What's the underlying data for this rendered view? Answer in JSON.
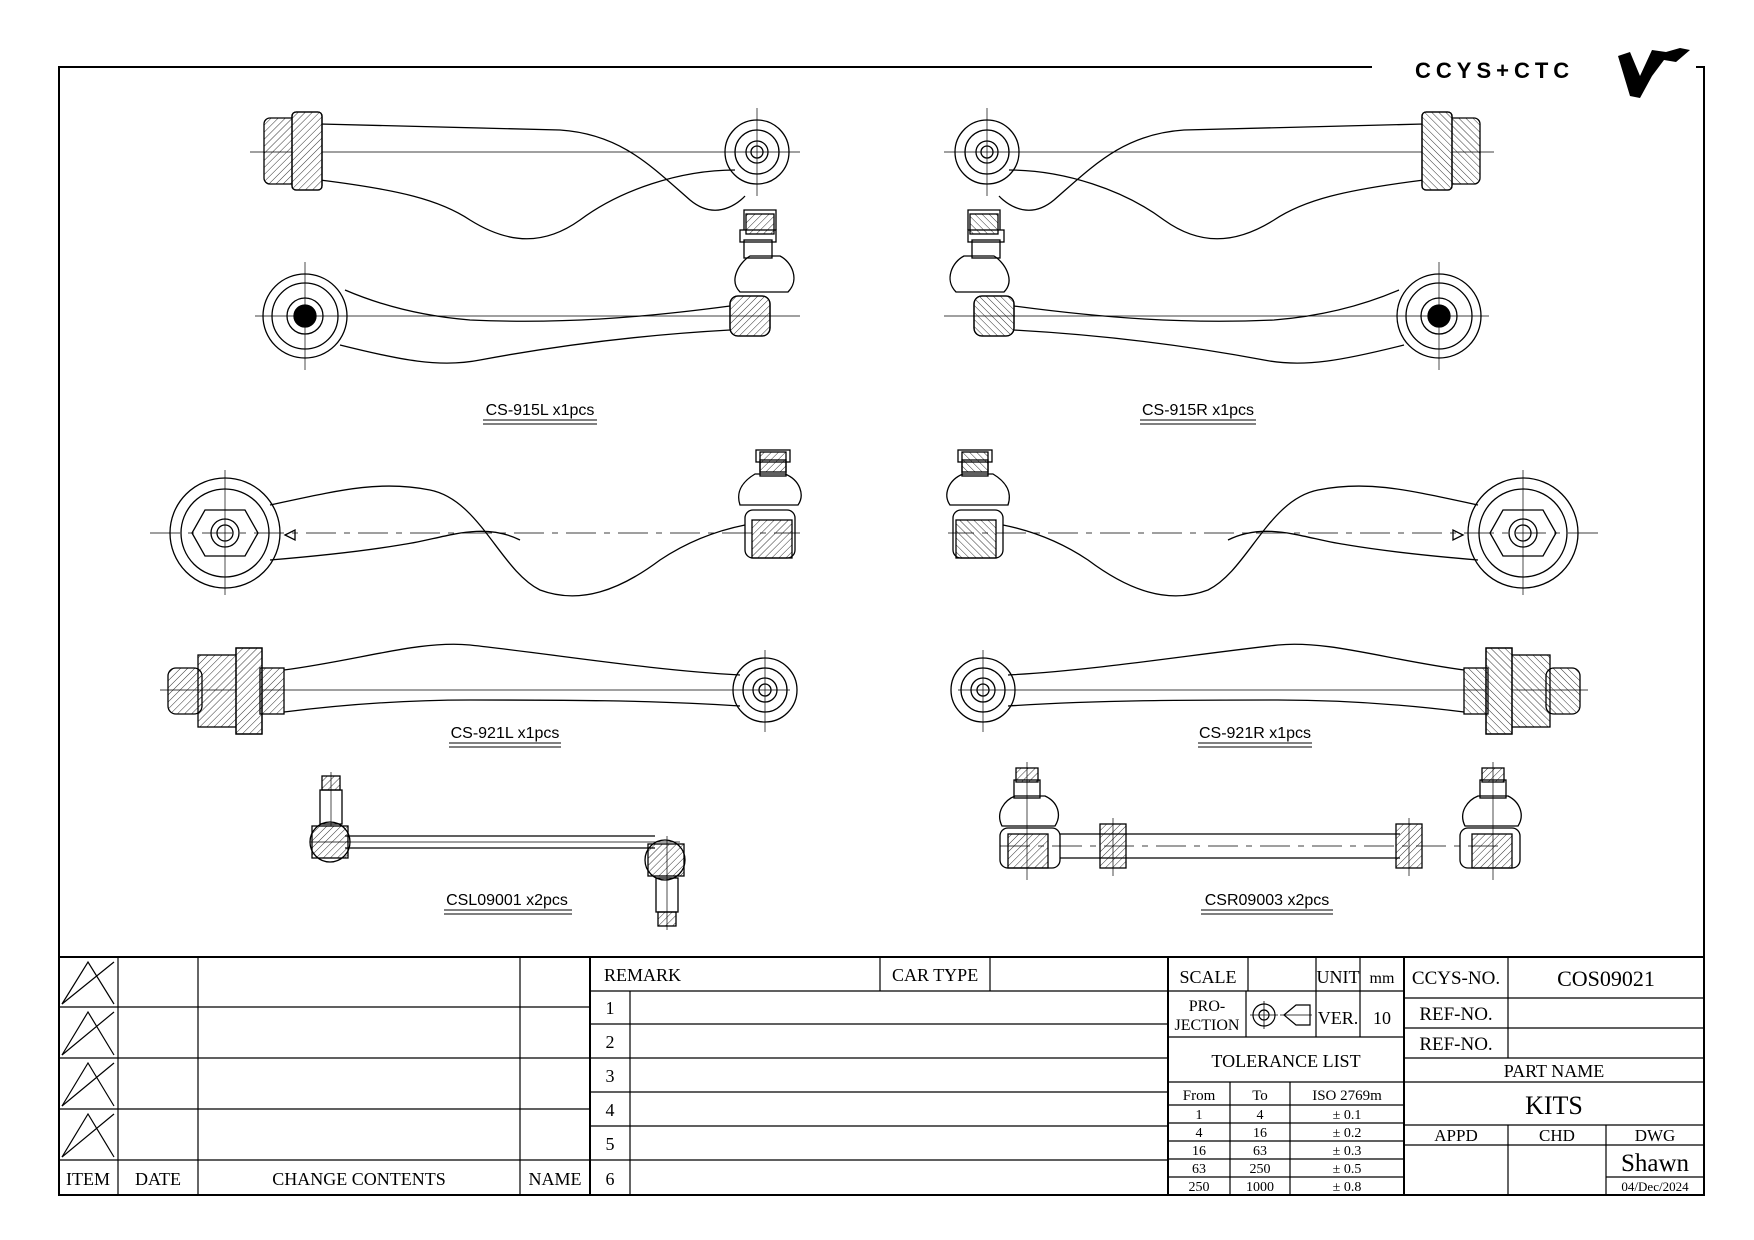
{
  "brand": {
    "logo_text": "CCYS+CTC"
  },
  "parts": [
    {
      "label": "CS-915L x1pcs"
    },
    {
      "label": "CS-915R x1pcs"
    },
    {
      "label": "CS-921L x1pcs"
    },
    {
      "label": "CS-921R x1pcs"
    },
    {
      "label": "CSL09001 x2pcs"
    },
    {
      "label": "CSR09003 x2pcs"
    }
  ],
  "revision_block": {
    "headers": {
      "item": "ITEM",
      "date": "DATE",
      "change_contents": "CHANGE CONTENTS",
      "name": "NAME"
    }
  },
  "remark_block": {
    "remark_label": "REMARK",
    "car_type_label": "CAR TYPE",
    "rows": [
      "1",
      "2",
      "3",
      "4",
      "5",
      "6"
    ]
  },
  "spec_block": {
    "scale_label": "SCALE",
    "unit_label": "UNIT",
    "unit_value": "mm",
    "projection_label_1": "PRO-",
    "projection_label_2": "JECTION",
    "ver_label": "VER.",
    "ver_value": "10",
    "tolerance_title": "TOLERANCE LIST",
    "tolerance_headers": {
      "from": "From",
      "to": "To",
      "iso": "ISO 2769m"
    },
    "tolerance_rows": [
      {
        "from": "1",
        "to": "4",
        "tol": "± 0.1"
      },
      {
        "from": "4",
        "to": "16",
        "tol": "± 0.2"
      },
      {
        "from": "16",
        "to": "63",
        "tol": "± 0.3"
      },
      {
        "from": "63",
        "to": "250",
        "tol": "± 0.5"
      },
      {
        "from": "250",
        "to": "1000",
        "tol": "± 0.8"
      }
    ]
  },
  "title_block": {
    "ccys_no_label": "CCYS-NO.",
    "ccys_no_value": "COS09021",
    "ref_no_label_1": "REF-NO.",
    "ref_no_label_2": "REF-NO.",
    "part_name_label": "PART NAME",
    "part_name_value": "KITS",
    "appd_label": "APPD",
    "chd_label": "CHD",
    "dwg_label": "DWG",
    "dwg_name": "Shawn",
    "date": "04/Dec/2024"
  }
}
